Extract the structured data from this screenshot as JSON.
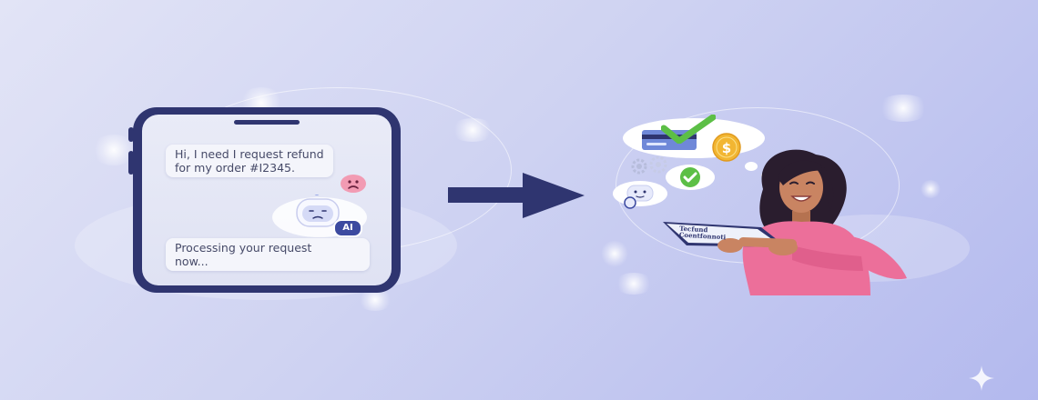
{
  "chat": {
    "user_message": {
      "line1": "Hi, I need I request refund",
      "line2": "for my order #I2345."
    },
    "bot_reply": {
      "line1": "Processing your request",
      "line2": "now..."
    },
    "ai_badge": "AI"
  },
  "tablet": {
    "line1": "Tecfund",
    "line2": "Coentfonnoti"
  },
  "icons": {
    "user_emotion": "sad-face-icon",
    "assistant": "ai-chatbot-icon",
    "flow": "arrow-right-icon",
    "payment": "credit-card-icon",
    "money": "dollar-coin-icon",
    "success": "checkmark-icon",
    "process": "gears-icon",
    "decor": "sparkle-icon"
  },
  "colors": {
    "phone": "#2f3570",
    "arrow": "#2f3570",
    "check": "#5cbf46",
    "coin": "#f2b632",
    "shirt": "#ec6f9a",
    "sad_face": "#f29bb3"
  }
}
